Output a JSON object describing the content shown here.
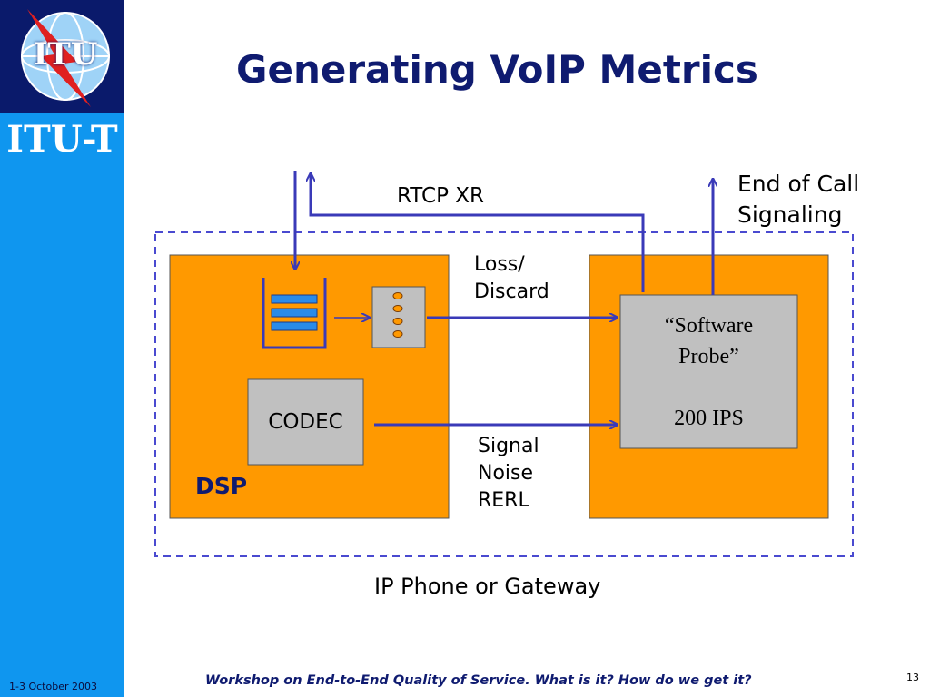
{
  "sidebar": {
    "logo_text": "ITU",
    "brand": "ITU-T",
    "date": "1-3 October 2003"
  },
  "slide": {
    "title": "Generating VoIP Metrics",
    "page_number": "13",
    "footer": "Workshop on End-to-End Quality of Service. What is it? How do we get it?"
  },
  "diagram": {
    "rtcp_label": "RTCP XR",
    "end_of_call_line1": "End of Call",
    "end_of_call_line2": "Signaling",
    "loss_line1": "Loss/",
    "loss_line2": "Discard",
    "signal_line1": "Signal",
    "signal_line2": "Noise",
    "signal_line3": "RERL",
    "codec_label": "CODEC",
    "dsp_label": "DSP",
    "probe_line1": "“Software",
    "probe_line2": "Probe”",
    "probe_line3": "200 IPS",
    "container_label": "IP Phone or Gateway"
  },
  "colors": {
    "sidebar": "#0f96ef",
    "logo_bg": "#0a1a6b",
    "title": "#0f1b70",
    "orange": "#ff9900",
    "arrow": "#3a3ab8",
    "gray_box": "#c0c0c0",
    "buffer_bars": "#2a8be8",
    "dashed_border": "#4a4ad0"
  }
}
